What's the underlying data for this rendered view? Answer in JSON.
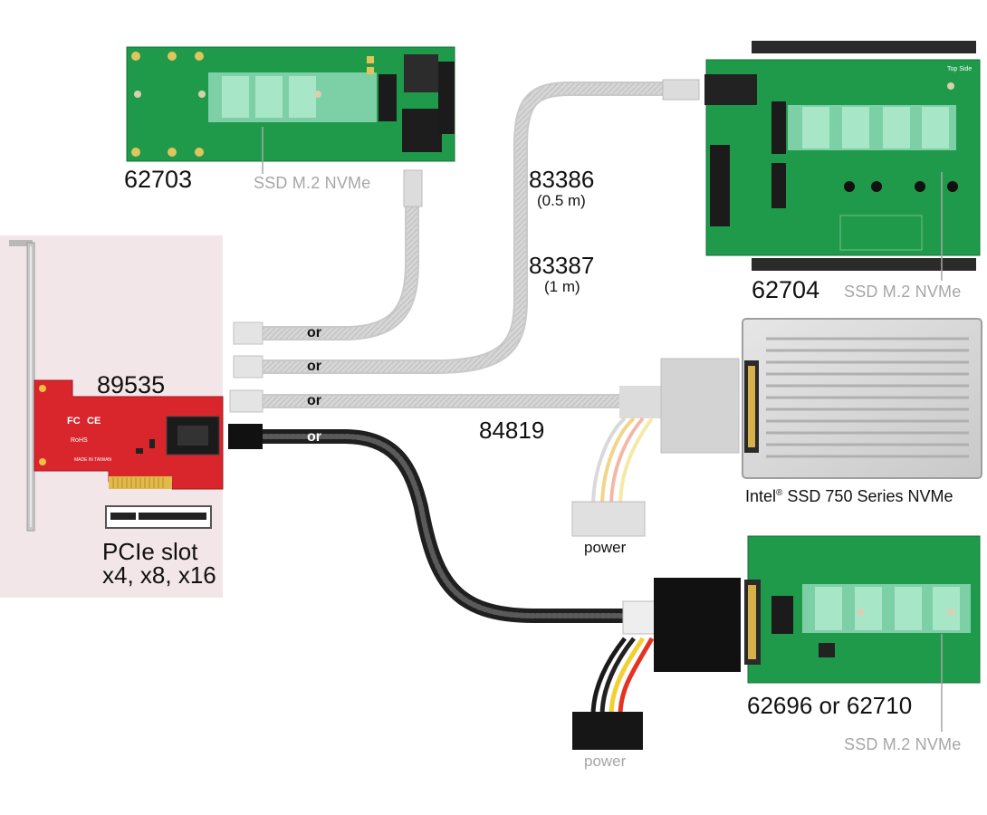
{
  "labels": {
    "adapter_89535": "89535",
    "pcie_slot": "PCIe slot",
    "pcie_widths": "x4, x8, x16",
    "adapter_62703": "62703",
    "ssd_m2_nvme_1": "SSD M.2 NVMe",
    "cable_83386": "83386",
    "len_83386": "(0.5 m)",
    "cable_83387": "83387",
    "len_83387": "(1 m)",
    "adapter_62704": "62704",
    "ssd_m2_nvme_2": "SSD M.2 NVMe",
    "cable_84819": "84819",
    "intel_ssd_prefix": "Intel",
    "intel_ssd_reg": "®",
    "intel_ssd_suffix": " SSD 750 Series NVMe",
    "power_1": "power",
    "adapter_62696_62710": "62696 or 62710",
    "ssd_m2_nvme_3": "SSD M.2 NVMe",
    "power_2": "power",
    "or_1": "or",
    "or_2": "or",
    "or_3": "or",
    "or_4": "or"
  },
  "board_silkscreen": {
    "fc": "FC",
    "ce": "CE",
    "rohs": "RoHS",
    "made_in": "MADE IN TAIWAN",
    "top_side": "Top Side"
  },
  "colors": {
    "pcb_green": "#1f9a4a",
    "pcb_red": "#d8262c",
    "pcie_panel_bg": "#f3e6e9",
    "label_gray": "#a6a6a6",
    "cable_gray": "#d0d0d0",
    "cable_black": "#2a2a2a"
  }
}
